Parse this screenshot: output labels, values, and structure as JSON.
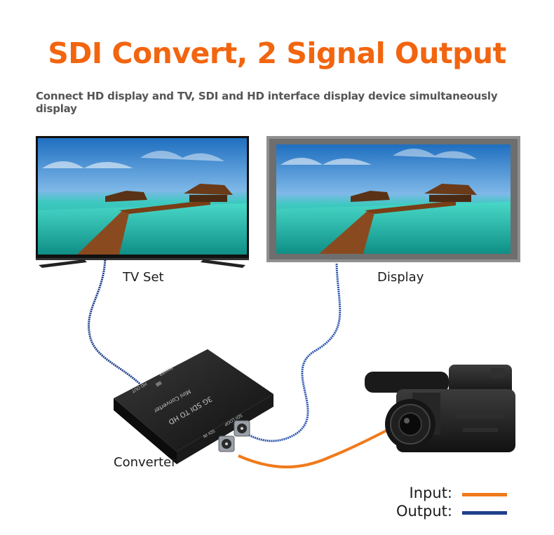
{
  "header": {
    "title": "SDI Convert, 2 Signal Output",
    "subtitle": "Connect HD display and TV, SDI and HD interface display device simultaneously display"
  },
  "devices": {
    "tv_label": "TV Set",
    "display_label": "Display",
    "converter_label": "Converter"
  },
  "converter_printing": {
    "model_line1": "Mini Converter",
    "model_line2": "3G SDI TO HD",
    "power": "POWER",
    "hd_out": "HD OUT",
    "sdi_loop": "SDI LOOP",
    "sdi_in": "SDI IN"
  },
  "legend": {
    "input_label": "Input:",
    "output_label": "Output:"
  },
  "colors": {
    "accent": "#f2650f",
    "input_line": "#f07a1a",
    "output_line": "#1f3f8a"
  }
}
